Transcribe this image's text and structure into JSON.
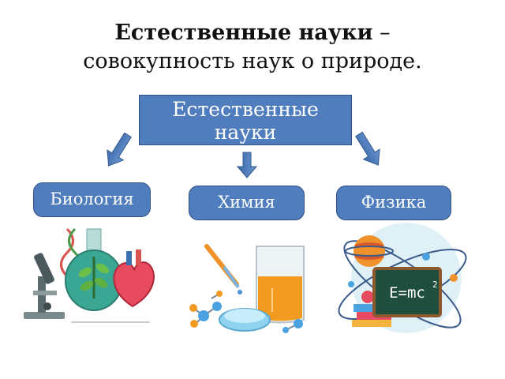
{
  "title": {
    "bold": "Естественные науки",
    "rest_line1": " –",
    "line2": "совокупность наук о природе."
  },
  "root": {
    "label_line1": "Естественные",
    "label_line2": "науки"
  },
  "branches": [
    {
      "label": "Биология",
      "icon": "biology-illustration"
    },
    {
      "label": "Химия",
      "icon": "chemistry-illustration"
    },
    {
      "label": "Физика",
      "icon": "physics-illustration"
    }
  ],
  "physics_formula": "E=mc",
  "colors": {
    "box_fill": "#4f7dbd",
    "box_border": "#2f4f80",
    "arrow": "#4f7dbd"
  }
}
